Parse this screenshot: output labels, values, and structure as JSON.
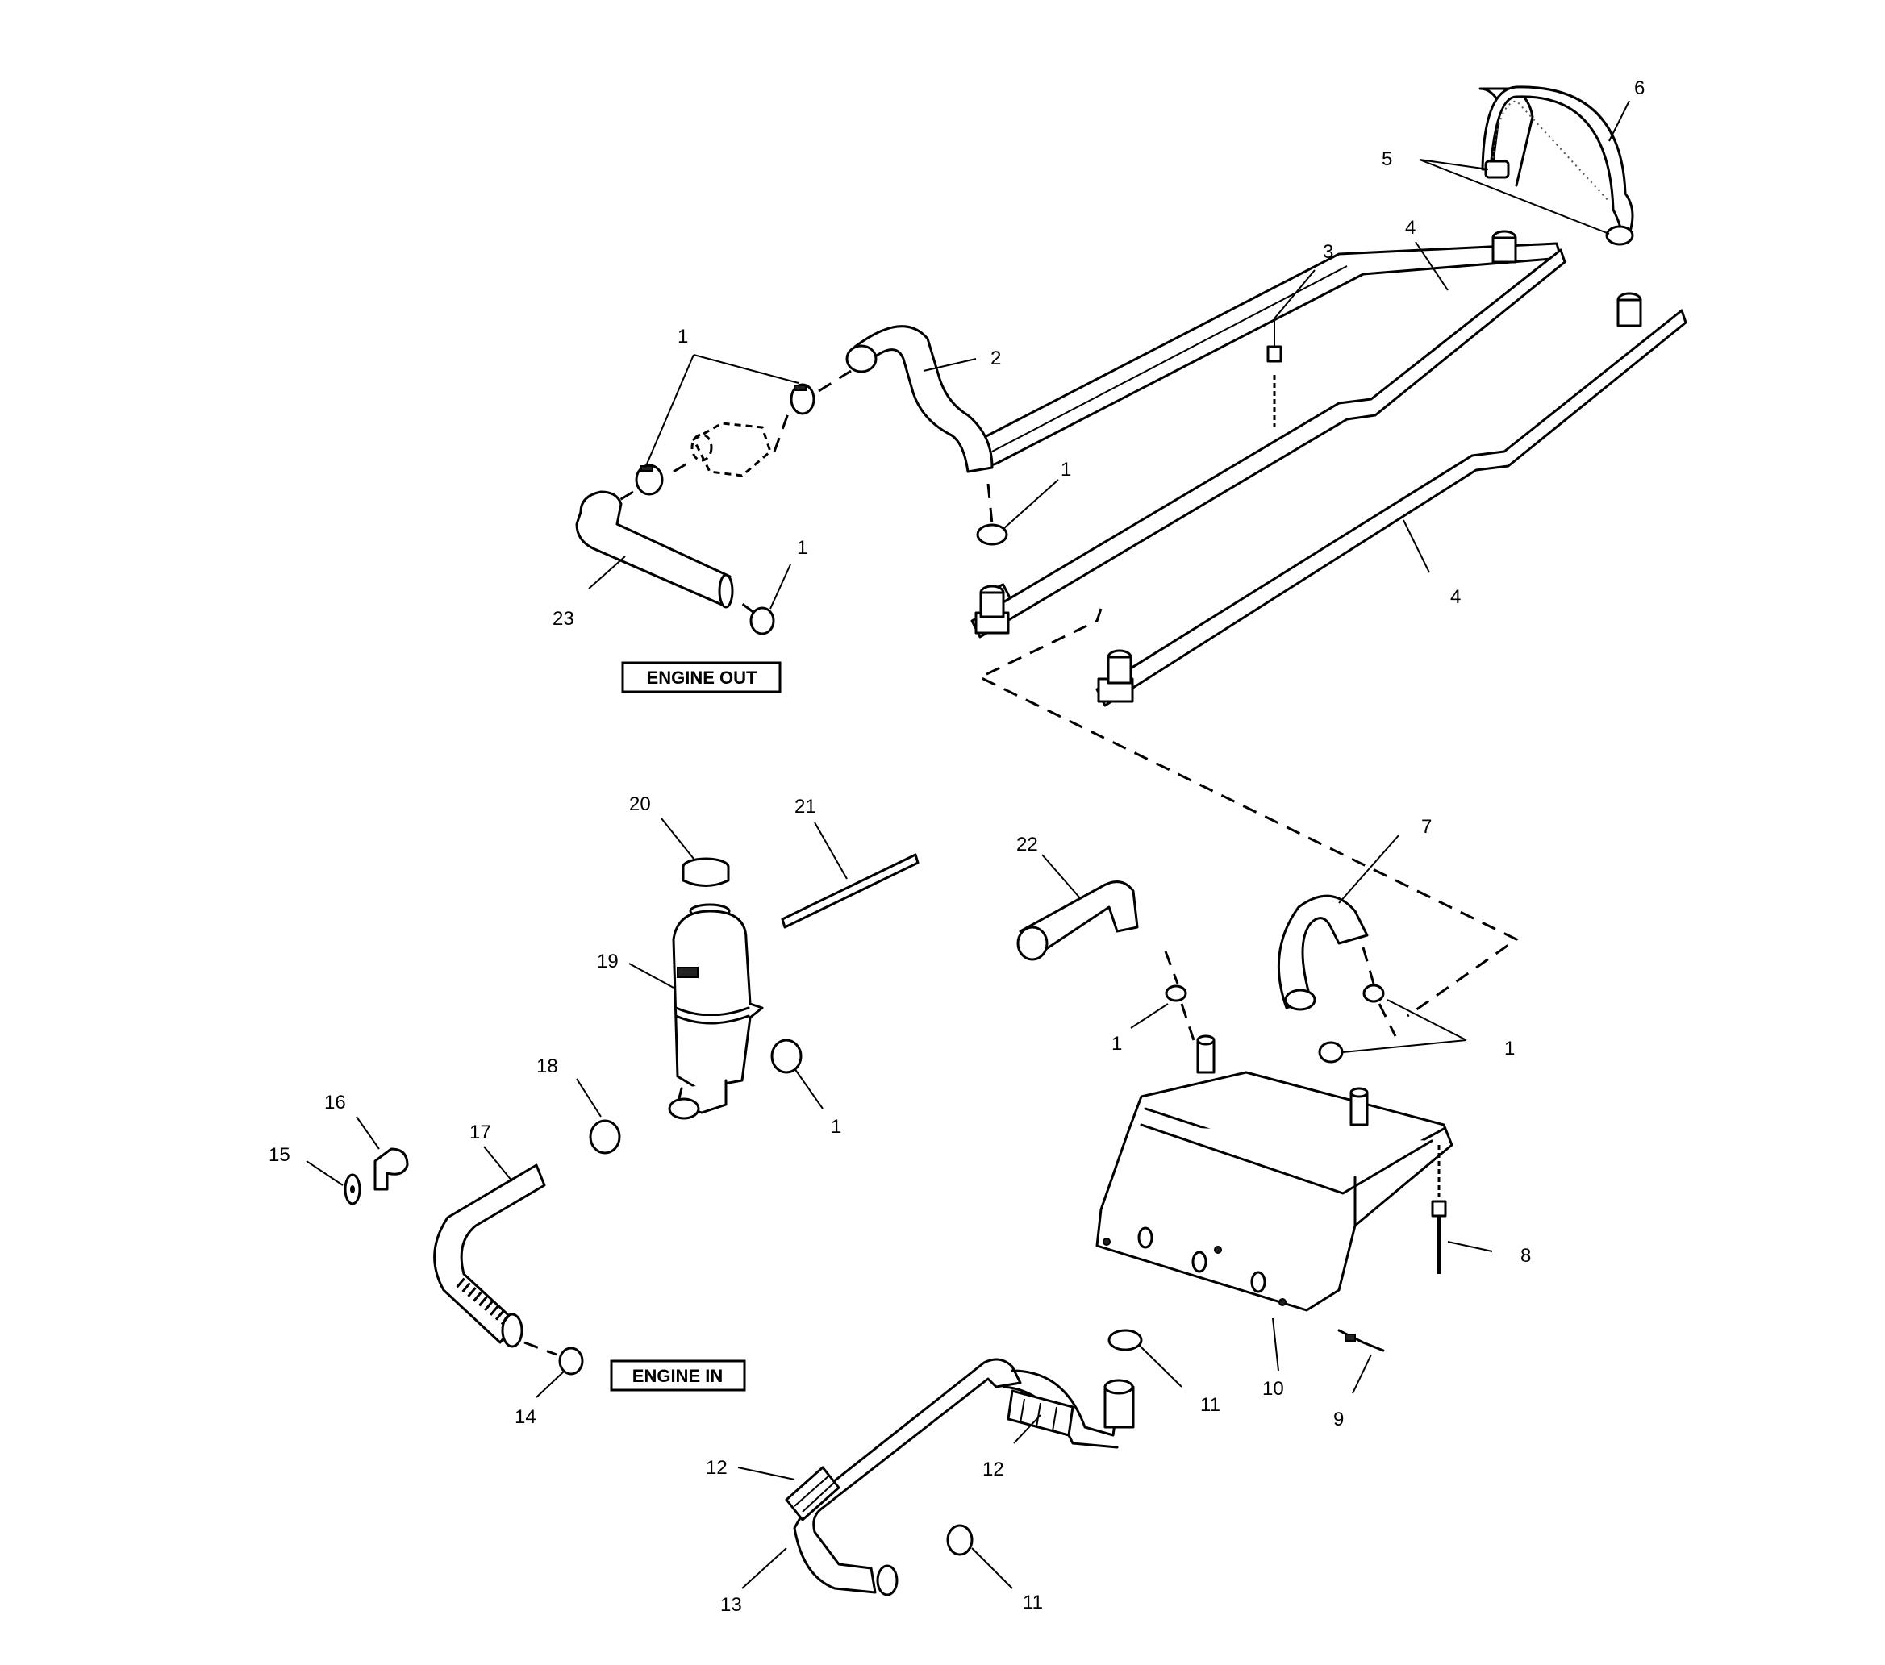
{
  "labels": {
    "engine_out": "ENGINE OUT",
    "engine_in": "ENGINE IN"
  },
  "callouts": [
    {
      "id": "c1a",
      "text": "1"
    },
    {
      "id": "c2",
      "text": "2"
    },
    {
      "id": "c1b",
      "text": "1"
    },
    {
      "id": "c1c",
      "text": "1"
    },
    {
      "id": "c23",
      "text": "23"
    },
    {
      "id": "c3",
      "text": "3"
    },
    {
      "id": "c4a",
      "text": "4"
    },
    {
      "id": "c4b",
      "text": "4"
    },
    {
      "id": "c5",
      "text": "5"
    },
    {
      "id": "c6",
      "text": "6"
    },
    {
      "id": "c20",
      "text": "20"
    },
    {
      "id": "c21",
      "text": "21"
    },
    {
      "id": "c22",
      "text": "22"
    },
    {
      "id": "c7",
      "text": "7"
    },
    {
      "id": "c19",
      "text": "19"
    },
    {
      "id": "c1d",
      "text": "1"
    },
    {
      "id": "c1e",
      "text": "1"
    },
    {
      "id": "c1f",
      "text": "1"
    },
    {
      "id": "c18",
      "text": "18"
    },
    {
      "id": "c16",
      "text": "16"
    },
    {
      "id": "c15",
      "text": "15"
    },
    {
      "id": "c17",
      "text": "17"
    },
    {
      "id": "c8",
      "text": "8"
    },
    {
      "id": "c14",
      "text": "14"
    },
    {
      "id": "c10",
      "text": "10"
    },
    {
      "id": "c9",
      "text": "9"
    },
    {
      "id": "c11a",
      "text": "11"
    },
    {
      "id": "c12a",
      "text": "12"
    },
    {
      "id": "c12b",
      "text": "12"
    },
    {
      "id": "c13",
      "text": "13"
    },
    {
      "id": "c11b",
      "text": "11"
    }
  ]
}
